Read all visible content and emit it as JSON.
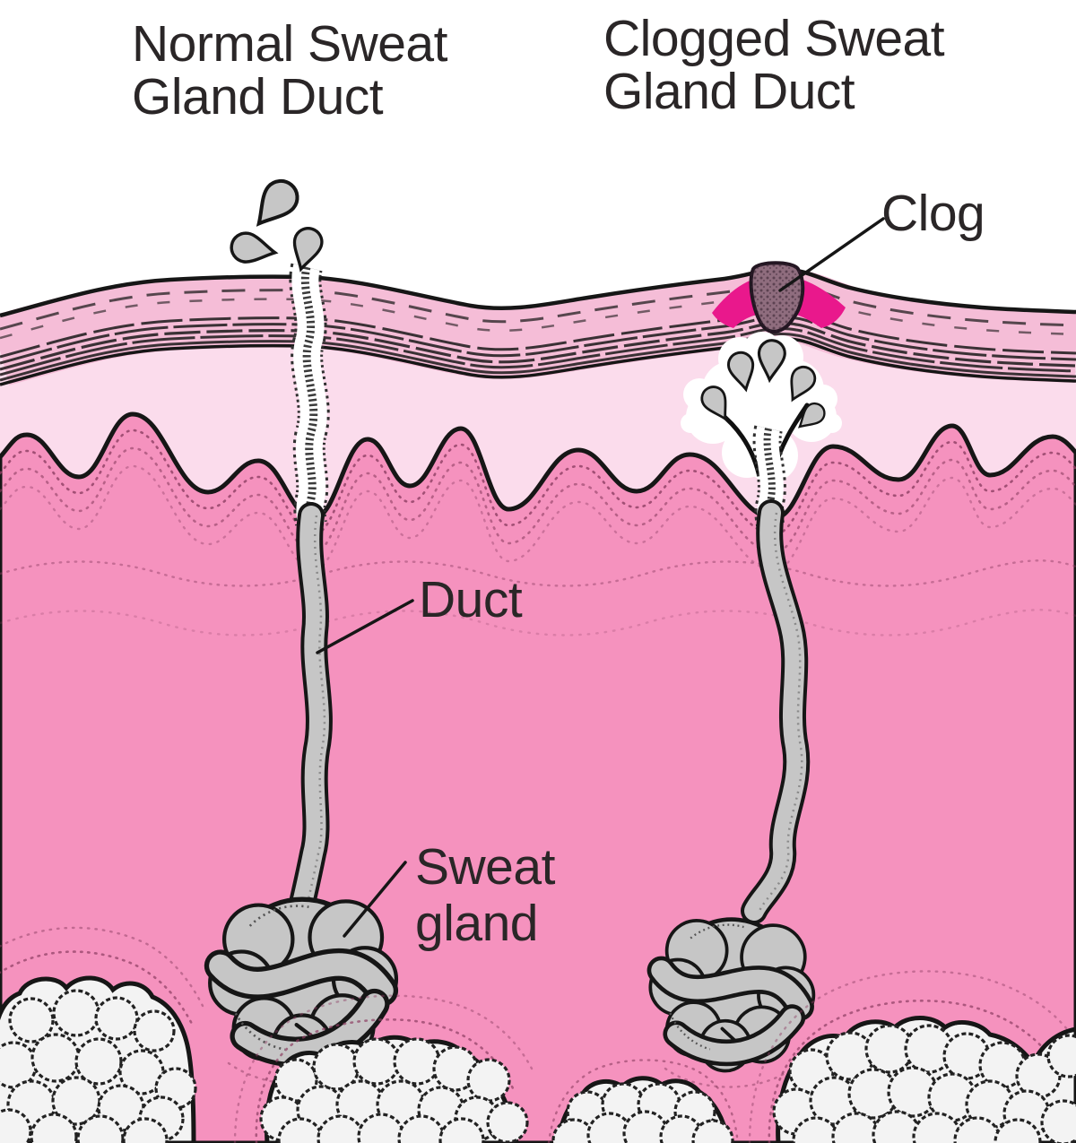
{
  "titles": {
    "left": {
      "line1": "Normal Sweat",
      "line2": "Gland Duct"
    },
    "right": {
      "line1": "Clogged Sweat",
      "line2": "Gland Duct"
    }
  },
  "labels": {
    "clog": "Clog",
    "duct": "Duct",
    "sweat_gland_line1": "Sweat",
    "sweat_gland_line2": "gland"
  },
  "icons": {
    "sweat_droplet": "teardrop-icon",
    "clog_plug": "plug-icon"
  },
  "colors": {
    "background": "#ffffff",
    "band": "#f5bdd7",
    "band_line": "#3a3135",
    "upper_dermis": "#fbdcec",
    "dermis": "#f592be",
    "stipple": "#8d3f63",
    "inflammation": "#e9188c",
    "plug": "#8f6d7e",
    "gray": "#c6c6c6",
    "fat": "#f3f3f3",
    "outline": "#161616",
    "text": "#2a2627"
  }
}
